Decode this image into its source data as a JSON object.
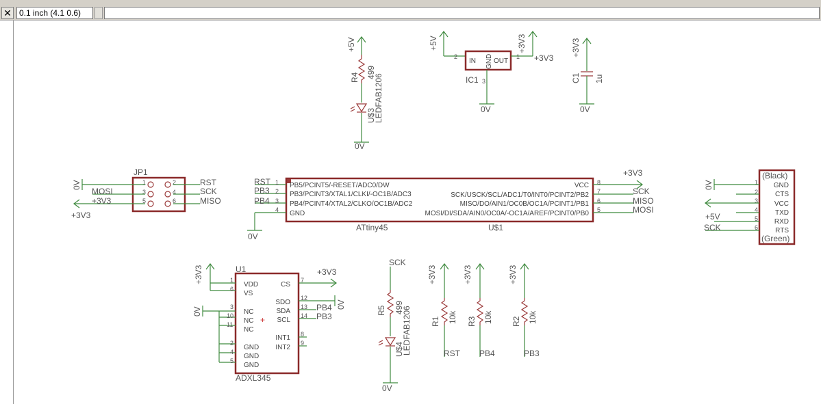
{
  "toolbar": {
    "close_label": "✕",
    "grid_info": "0.1 inch (4.1 0.6)",
    "command_value": ""
  },
  "colors": {
    "wire": "#3f8a3f",
    "part": "#9b3a3a",
    "frame": "#8b2a2a"
  },
  "schematic": {
    "led3": {
      "power": "+5V",
      "name": "R4",
      "value": "499",
      "led": "U$3",
      "led_value": "LEDFAB1206",
      "gnd": "0V"
    },
    "ic1": {
      "in_pwr": "+5V",
      "out_pwr_top": "+3V3",
      "out_pwr_side": "+3V3",
      "name": "IC1",
      "pin_in_num": "2",
      "pin_out_num": "1",
      "pin_gnd_num": "3",
      "pin_in": "IN",
      "pin_out": "OUT",
      "pin_gnd": "GND",
      "gnd": "0V"
    },
    "c1": {
      "power": "+3V3",
      "name": "C1",
      "value": "1u",
      "gnd": "0V"
    },
    "jp1": {
      "name": "JP1",
      "gnd": "0V",
      "mosi": "MOSI",
      "v33_label": "+3V3",
      "v33_out": "+3V3",
      "rst": "RST",
      "sck": "SCK",
      "miso": "MISO",
      "pins": [
        "1",
        "2",
        "3",
        "4",
        "5",
        "6"
      ]
    },
    "attiny": {
      "name": "U$1",
      "value": "ATtiny45",
      "left_nets": [
        "RST",
        "PB3",
        "PB4",
        ""
      ],
      "left_nums": [
        "1",
        "2",
        "3",
        "4"
      ],
      "left_pins": [
        "PB5/PCINT5/-RESET/ADC0/DW",
        "PB3/PCINT3/XTAL1/CLKI/-OC1B/ADC3",
        "PB4/PCINT4/XTAL2/CLKO/OC1B/ADC2",
        "GND"
      ],
      "right_pins": [
        "VCC",
        "SCK/USCK/SCL/ADC1/T0/INT0/PCINT2/PB2",
        "MISO/DO/AIN1/OC0B/OC1A/PCINT1/PB1",
        "MOSI/DI/SDA/AIN0/OC0A/-OC1A/AREF/PCINT0/PB0"
      ],
      "right_nums": [
        "8",
        "7",
        "6",
        "5"
      ],
      "right_nets": [
        "+3V3",
        "SCK",
        "MISO",
        "MOSI"
      ],
      "gnd": "0V"
    },
    "ftdi": {
      "top_label": "(Black)",
      "bottom_label": "(Green)",
      "pins": [
        "GND",
        "CTS",
        "VCC",
        "TXD",
        "RXD",
        "RTS"
      ],
      "nums": [
        "1",
        "2",
        "3",
        "4",
        "5",
        "6"
      ],
      "gnd": "0V",
      "v5": "+5V",
      "sck": "SCK"
    },
    "adxl": {
      "name": "U1",
      "value": "ADXL345",
      "power": "+3V3",
      "gnd": "0V",
      "cs_pwr": "+3V3",
      "sdo_gnd": "0V",
      "left_nums": [
        "1",
        "6",
        "3",
        "10",
        "11",
        "2",
        "4",
        "5"
      ],
      "left_pins": [
        "VDD",
        "VS",
        "NC",
        "NC",
        "NC",
        "GND",
        "GND",
        "GND"
      ],
      "right_nums": [
        "7",
        "12",
        "13",
        "14",
        "8",
        "9"
      ],
      "right_pins": [
        "CS",
        "SDO",
        "SDA",
        "SCL",
        "INT1",
        "INT2"
      ],
      "sda_net": "PB4",
      "scl_net": "PB3"
    },
    "led4": {
      "net": "SCK",
      "name": "R5",
      "value": "499",
      "led": "U$4",
      "led_value": "LEDFAB1206",
      "gnd": "0V"
    },
    "r1": {
      "power": "+3V3",
      "name": "R1",
      "value": "10k",
      "net": "RST"
    },
    "r3": {
      "power": "+3V3",
      "name": "R3",
      "value": "10k",
      "net": "PB4"
    },
    "r2": {
      "power": "+3V3",
      "name": "R2",
      "value": "10k",
      "net": "PB3"
    }
  }
}
